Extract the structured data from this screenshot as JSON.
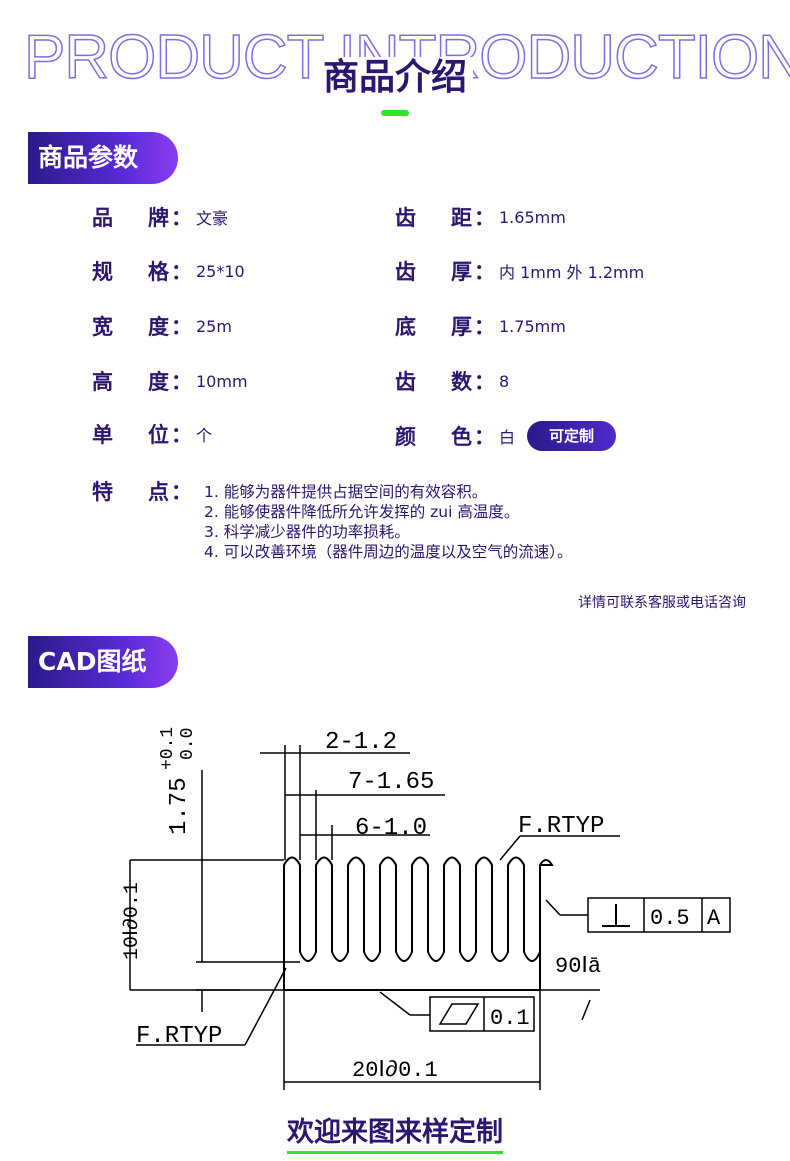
{
  "header": {
    "bg_title": "PRODUCT INTRODUCTION",
    "title": "商品介绍"
  },
  "sections": {
    "params_title": "商品参数",
    "cad_title": "CAD图纸"
  },
  "params": [
    {
      "c1": "品",
      "c2": "牌",
      "value": "文豪"
    },
    {
      "c1": "齿",
      "c2": "距",
      "value": "1.65mm"
    },
    {
      "c1": "规",
      "c2": "格",
      "value": "25*10"
    },
    {
      "c1": "齿",
      "c2": "厚",
      "value": "内 1mm  外 1.2mm"
    },
    {
      "c1": "宽",
      "c2": "度",
      "value": "25m"
    },
    {
      "c1": "底",
      "c2": "厚",
      "value": "1.75mm"
    },
    {
      "c1": "高",
      "c2": "度",
      "value": "10mm"
    },
    {
      "c1": "齿",
      "c2": "数",
      "value": "8"
    },
    {
      "c1": "单",
      "c2": "位",
      "value": "个"
    },
    {
      "c1": "颜",
      "c2": "色",
      "value": "白"
    }
  ],
  "colon": "：",
  "customizable_badge": "可定制",
  "features": {
    "c1": "特",
    "c2": "点",
    "items": [
      "1. 能够为器件提供占据空间的有效容积。",
      "2. 能够使器件降低所允许发挥的 zui 高温度。",
      "3. 科学减少器件的功率损耗。",
      "4. 可以改善环境（器件周边的温度以及空气的流速）。"
    ]
  },
  "contact_note": "详情可联系客服或电话咨询",
  "cad": {
    "base_tol": "1.75",
    "tol_upper": "+0.1",
    "tol_lower": "0.0",
    "dim_2": "2-1.2",
    "dim_7": "7-1.65",
    "dim_6": "6-1.0",
    "frtyp_top": "F.RTYP",
    "frtyp_bottom": "F.RTYP",
    "height": "10Ⅰ∂0.1",
    "angle": "90Ⅰā",
    "width": "20Ⅰ∂0.1",
    "perp_value": "0.5",
    "perp_datum": "A",
    "flat_value": "0.1"
  },
  "bottom_caption": "欢迎来图来样定制",
  "colors": {
    "primary": "#2b1670",
    "accent_green": "#2ee62e",
    "tab_gradient_start": "#2a1a8a",
    "tab_gradient_end": "#8a3df0"
  }
}
